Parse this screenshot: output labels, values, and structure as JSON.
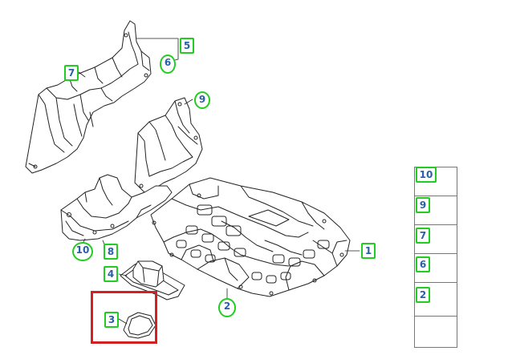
{
  "diagram": {
    "line_color": "#222222",
    "callout_border_color": "#22cc22",
    "callout_text_color": "#2a5fa8",
    "selection_color": "#d42020",
    "callouts": [
      {
        "label": "5"
      },
      {
        "label": "6"
      },
      {
        "label": "7"
      },
      {
        "label": "9"
      },
      {
        "label": "1"
      },
      {
        "label": "10"
      },
      {
        "label": "8"
      },
      {
        "label": "4"
      },
      {
        "label": "2"
      },
      {
        "label": "3"
      }
    ],
    "legend": [
      {
        "label": "10",
        "icon": "screw-icon"
      },
      {
        "label": "9",
        "icon": "hex-nut-icon"
      },
      {
        "label": "7",
        "icon": "plastic-rivet-icon"
      },
      {
        "label": "6",
        "icon": "clip-nut-icon"
      },
      {
        "label": "2",
        "icon": "expanding-rivet-icon"
      }
    ],
    "footer_icon": "arrow-icon"
  }
}
